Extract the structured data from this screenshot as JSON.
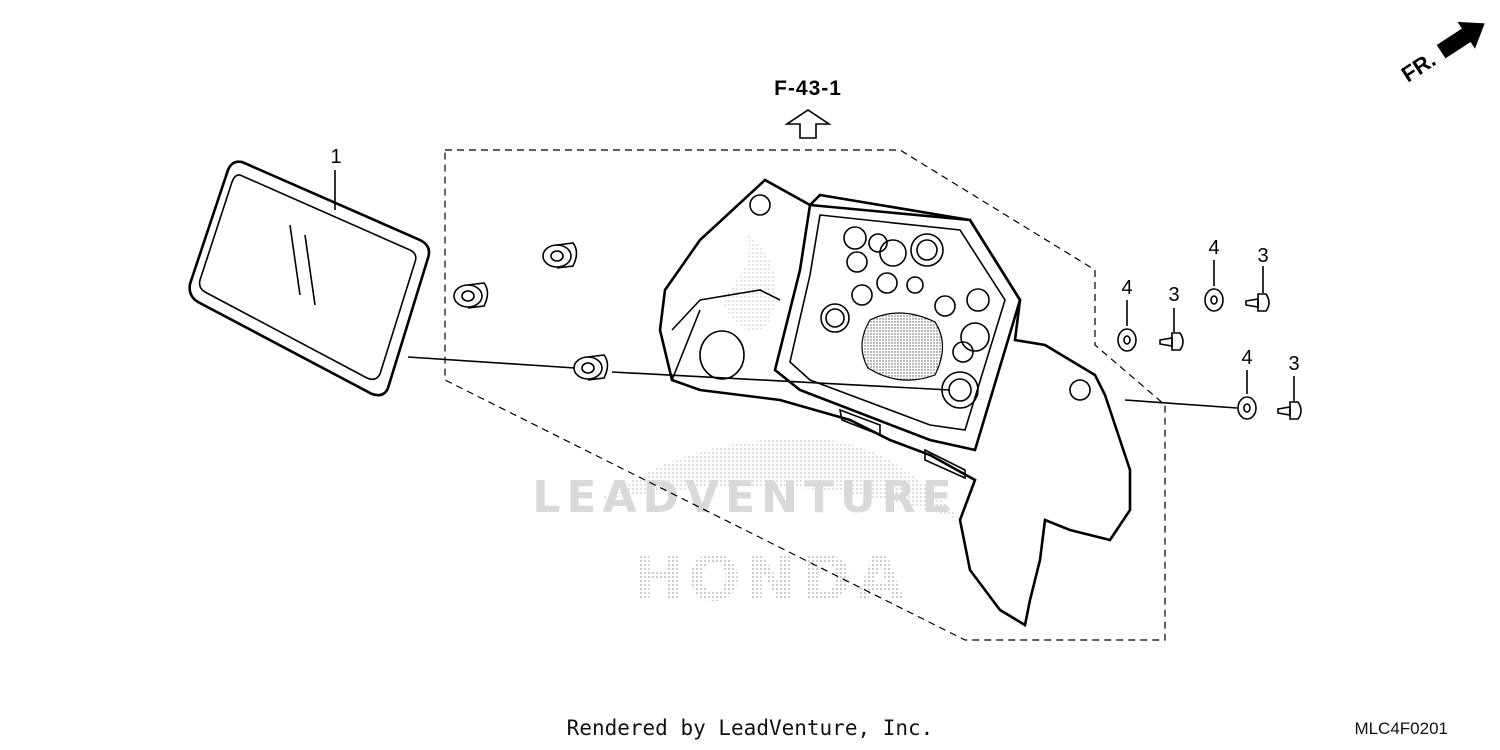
{
  "diagram": {
    "reference_code": "F-43-1",
    "direction_label": "FR.",
    "watermark_top": "LEADVENTURE",
    "watermark_bottom": "HONDA",
    "callouts": {
      "part1": "1",
      "part3a": "3",
      "part3b": "3",
      "part3c": "3",
      "part4a": "4",
      "part4b": "4",
      "part4c": "4"
    }
  },
  "footer": {
    "rendered_by": "Rendered by LeadVenture, Inc.",
    "diagram_code": "MLC4F0201"
  }
}
